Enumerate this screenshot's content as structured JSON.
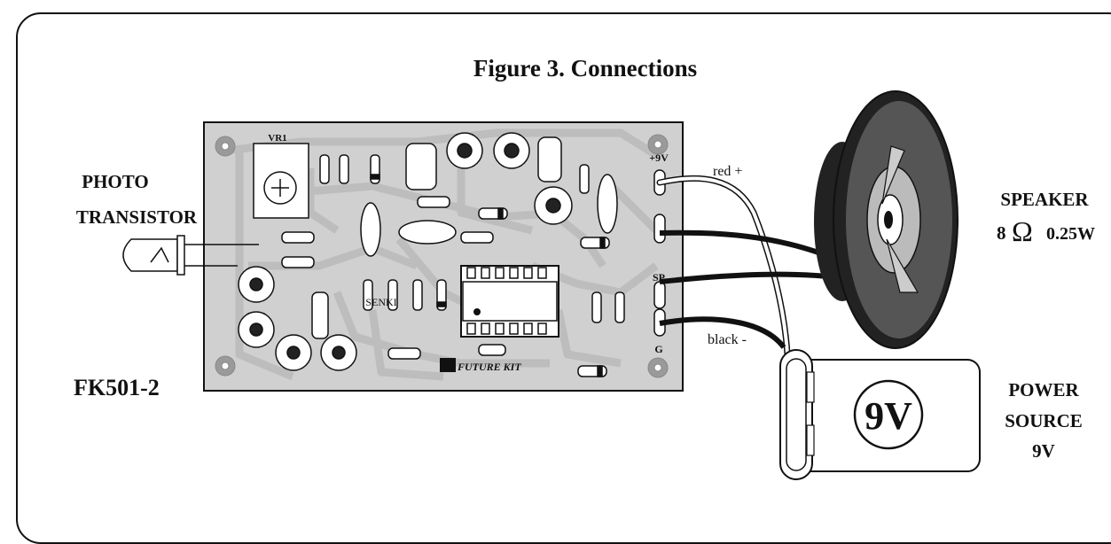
{
  "figure": {
    "title": "Figure 3. Connections"
  },
  "board": {
    "model": "FK501-2",
    "vr_label": "VR1",
    "pin_9v": "+9V",
    "pin_sp": "SP",
    "pin_g": "G",
    "logo_text": "FUTURE KIT",
    "ghost_text": "SENKI"
  },
  "photo_transistor": {
    "line1": "PHOTO",
    "line2": "TRANSISTOR"
  },
  "wires": {
    "red": "red +",
    "black": "black -"
  },
  "speaker": {
    "line1": "SPEAKER",
    "line2_prefix": "8",
    "omega": "Ω",
    "line2_suffix": "0.25W"
  },
  "power": {
    "battery_label": "9V",
    "line1": "POWER",
    "line2": "SOURCE",
    "line3": "9V"
  }
}
